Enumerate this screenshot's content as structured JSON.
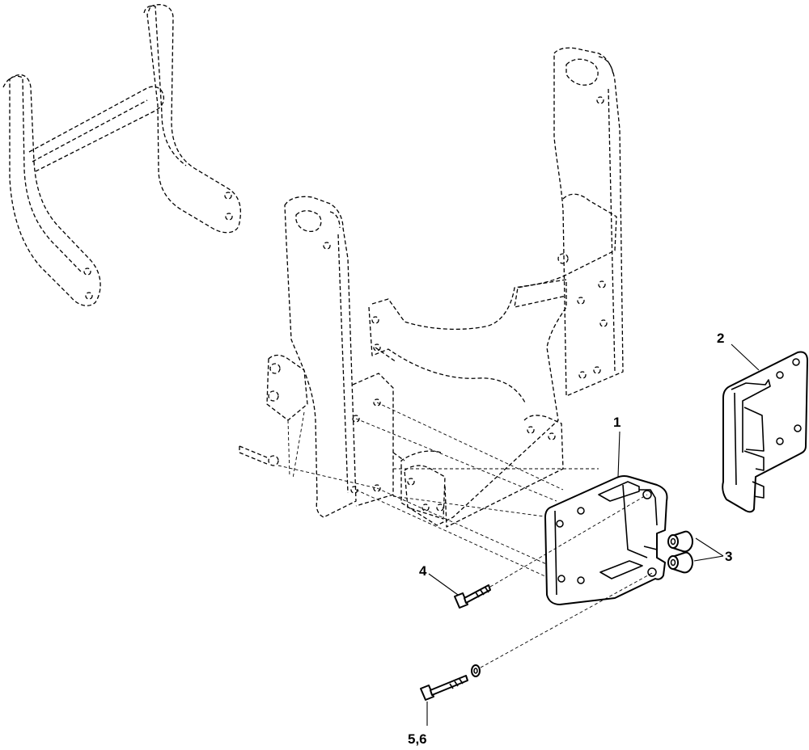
{
  "callouts": {
    "c1": "1",
    "c2": "2",
    "c3": "3",
    "c4": "4",
    "c56": "5,6"
  },
  "parts": {
    "frame": "loader-frame-phantom",
    "guard": "bumper-guard-phantom",
    "bracket_1": "mounting-bracket",
    "bracket_2": "mounting-bracket-mirrored",
    "spacers_3": "spacer",
    "bolt_4": "bolt",
    "bolt_5_6": "bolt-and-washer"
  }
}
